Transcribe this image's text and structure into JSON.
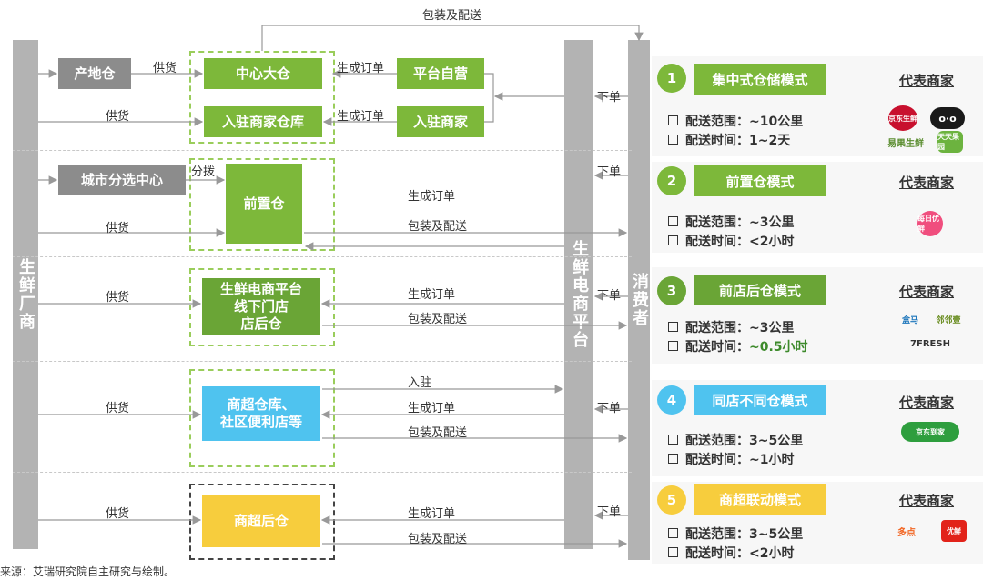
{
  "left_bar": "生鲜厂商",
  "platform_bar": "生鲜电商平台",
  "consumer_bar": "消费者",
  "boxes": {
    "origin_wh": "产地仓",
    "central_wh": "中心大仓",
    "merchant_wh": "入驻商家仓库",
    "platform_self": "平台自营",
    "merchant": "入驻商家",
    "city_center": "城市分选中心",
    "front_wh": "前置仓",
    "store_wh": "生鲜电商平台\n线下门店\n店后仓",
    "super_wh": "商超仓库、\n社区便利店等",
    "super_back": "商超后仓"
  },
  "labels": {
    "supply": "供货",
    "gen_order": "生成订单",
    "pack_deliver": "包装及配送",
    "dispatch": "分拨",
    "enter": "入驻",
    "place_order": "下单"
  },
  "modes": [
    {
      "num": "1",
      "title": "集中式仓储模式",
      "range": "配送范围：~10公里",
      "time": "配送时间：1~2天",
      "color": "#7db83a"
    },
    {
      "num": "2",
      "title": "前置仓模式",
      "range": "配送范围：~3公里",
      "time": "配送时间：<2小时",
      "color": "#7db83a"
    },
    {
      "num": "3",
      "title": "前店后仓模式",
      "range": "配送范围：~3公里",
      "time_prefix": "配送时间：",
      "time_highlight": "~0.5小时",
      "color": "#6aa536"
    },
    {
      "num": "4",
      "title": "同店不同仓模式",
      "range": "配送范围：3~5公里",
      "time": "配送时间：~1小时",
      "color": "#4fc3ef"
    },
    {
      "num": "5",
      "title": "商超联动模式",
      "range": "配送范围：3~5公里",
      "time": "配送时间：<2小时",
      "color": "#f7cd3d"
    }
  ],
  "rep_label": "代表商家",
  "logos": {
    "jd_fresh": "京东生鲜",
    "tmall": "o·o",
    "yiguo": "易果生鲜",
    "tiantian": "天天果园",
    "missfresh": "每日优鲜",
    "hema": "盒马",
    "bubu": "邻邻壹",
    "sevenfresh": "7FRESH",
    "jddj": "京东到家",
    "dmall": "多点",
    "rtmart": "优鲜"
  },
  "colors": {
    "highlight_text": "#3d8a2b"
  },
  "source": "来源：艾瑞研究院自主研究与绘制。"
}
